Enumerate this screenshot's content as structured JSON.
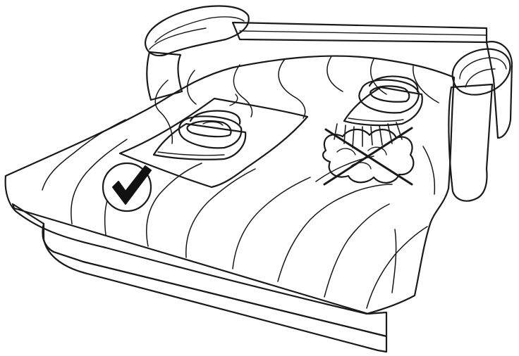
{
  "illustration": {
    "subject": "sofa-bed",
    "correct_method": {
      "icon": "check-icon",
      "meaning": "allowed"
    },
    "wrong_method": {
      "icon": "cross-icon",
      "meaning": "not-allowed"
    }
  },
  "colors": {
    "cover": "#959595",
    "outline": "#1a1a1a",
    "frame": "#ffffff",
    "cloth": "#ffffff",
    "iron_shadow": "#c8c8c8",
    "steam": "#b4b4b4",
    "badge": "#ffffff",
    "badge_mark": "#111111"
  }
}
